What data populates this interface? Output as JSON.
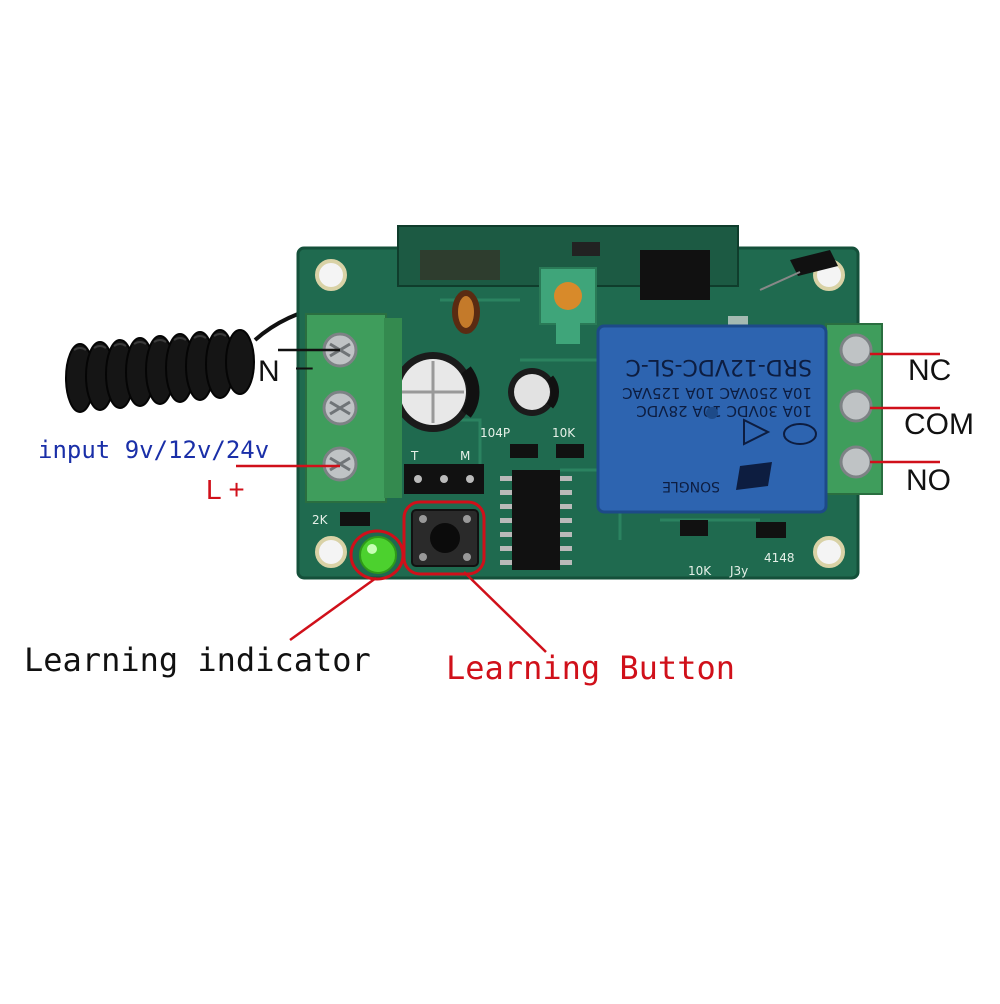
{
  "labels": {
    "neutral": "N",
    "neutral_sign": "–",
    "input": "input 9v/12v/24v",
    "live": "L +",
    "nc": "NC",
    "com": "COM",
    "no": "NO",
    "learning_indicator": "Learning indicator",
    "learning_button": "Learning Button"
  },
  "board_markings": {
    "relay_model": "SRD-12VDC-SL-C",
    "relay_rating_1": "10A 250VAC  10A 125VAC",
    "relay_rating_2": "10A 30VDC  10A 28VDC",
    "relay_brand": "SONGLE",
    "resistor_1": "10K",
    "resistor_2": "10K",
    "resistor_3": "2K",
    "cap": "104P",
    "jumper": "J3y",
    "diode": "4148",
    "header_t": "T",
    "header_m": "M"
  },
  "colors": {
    "pcb": "#1f6a4f",
    "terminal": "#3f9d5c",
    "relay": "#2d64b0",
    "annotation_red": "#d0101a",
    "annotation_blue": "#1a2fa8",
    "led": "#4cd12e"
  }
}
